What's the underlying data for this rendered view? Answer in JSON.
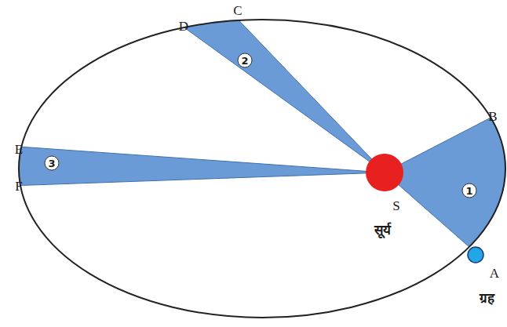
{
  "diagram": {
    "labels": [
      "C",
      "D",
      "2",
      "E",
      "3",
      "F",
      "S",
      "B",
      "1",
      "A",
      "सूर्य",
      "ग्रह"
    ]
  }
}
